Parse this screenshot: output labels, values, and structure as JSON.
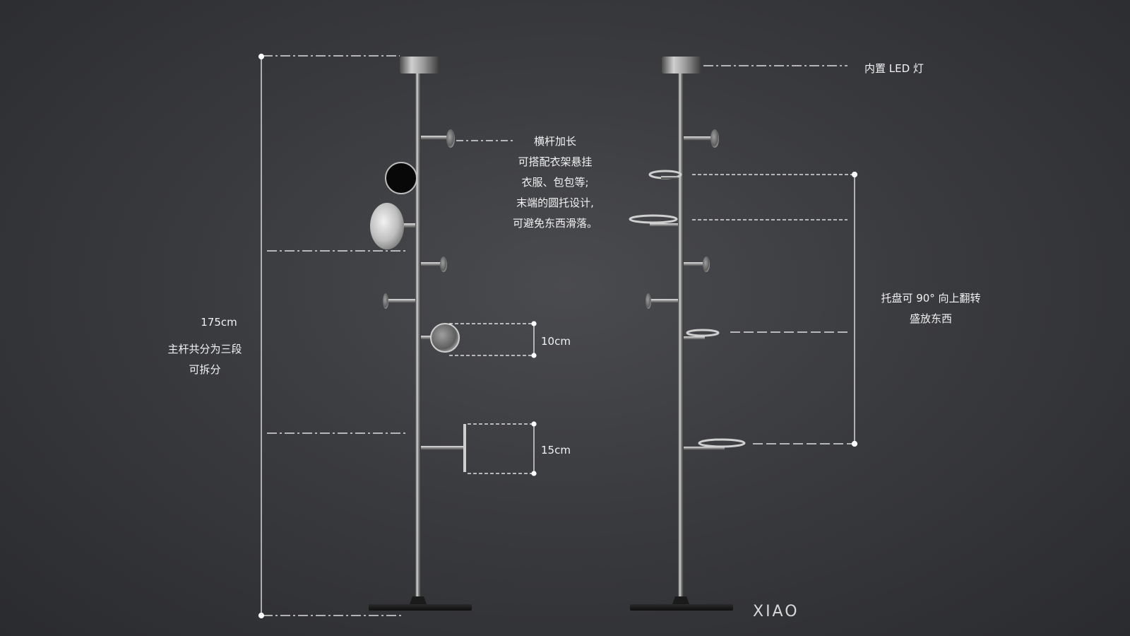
{
  "annotations": {
    "total_height": "175cm",
    "pole_sections": [
      "主杆共分为三段",
      "可拆分"
    ],
    "arm_extension": [
      "横杆加长",
      "可搭配衣架悬挂",
      "衣服、包包等;",
      "末端的圆托设计,",
      "可避免东西滑落。"
    ],
    "dim_10": "10cm",
    "dim_15": "15cm",
    "led": "内置 LED 灯",
    "tray": [
      "托盘可 90° 向上翻转",
      "盛放东西"
    ]
  },
  "logo": "XIAO",
  "colors": {
    "metal_light": "#d9d9d9",
    "metal_dark": "#5a5a5a",
    "disc_black": "#0a0a0a",
    "line": "#ffffff"
  }
}
